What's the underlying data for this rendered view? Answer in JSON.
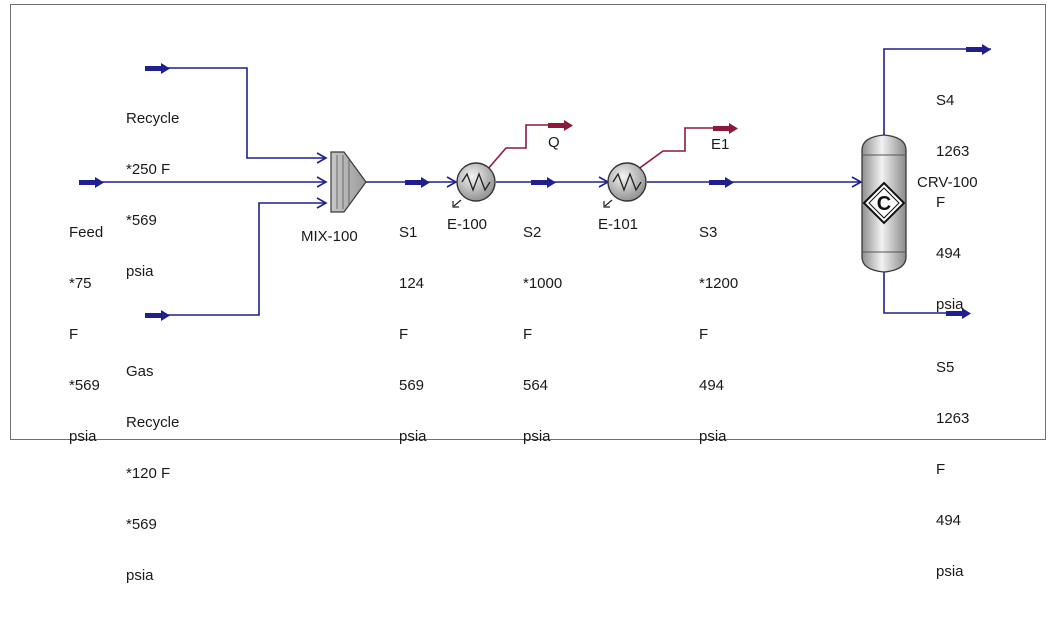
{
  "colors": {
    "material_stream": "#1f1f8f",
    "energy_stream": "#8b1a3a",
    "equipment_fill": "#b9b9b9",
    "frame_border": "#6f6f6f"
  },
  "streams": {
    "recycle": {
      "name": "Recycle",
      "lines": [
        "*250 F",
        "*569",
        "psia"
      ]
    },
    "feed": {
      "name": "Feed",
      "lines": [
        "*75",
        "F",
        "*569",
        "psia"
      ]
    },
    "gas_recycle": {
      "name": "Gas",
      "lines": [
        "Recycle",
        "*120 F",
        "*569",
        "psia"
      ]
    },
    "s1": {
      "name": "S1",
      "lines": [
        "124",
        "F",
        "569",
        "psia"
      ]
    },
    "s2": {
      "name": "S2",
      "lines": [
        "*1000",
        "F",
        "564",
        "psia"
      ]
    },
    "s3": {
      "name": "S3",
      "lines": [
        "*1200",
        "F",
        "494",
        "psia"
      ]
    },
    "s4": {
      "name": "S4",
      "lines": [
        "1263",
        "F",
        "494",
        "psia"
      ]
    },
    "s5": {
      "name": "S5",
      "lines": [
        "1263",
        "F",
        "494",
        "psia"
      ]
    }
  },
  "energy_streams": {
    "q": {
      "name": "Q"
    },
    "e1": {
      "name": "E1"
    }
  },
  "equipment": {
    "mixer": {
      "name": "MIX-100",
      "icon": "mixer-icon"
    },
    "heater1": {
      "name": "E-100",
      "icon": "heater-icon"
    },
    "heater2": {
      "name": "E-101",
      "icon": "heater-icon"
    },
    "reactor": {
      "name": "CRV-100",
      "icon": "conversion-reactor-icon",
      "badge": "C"
    }
  }
}
